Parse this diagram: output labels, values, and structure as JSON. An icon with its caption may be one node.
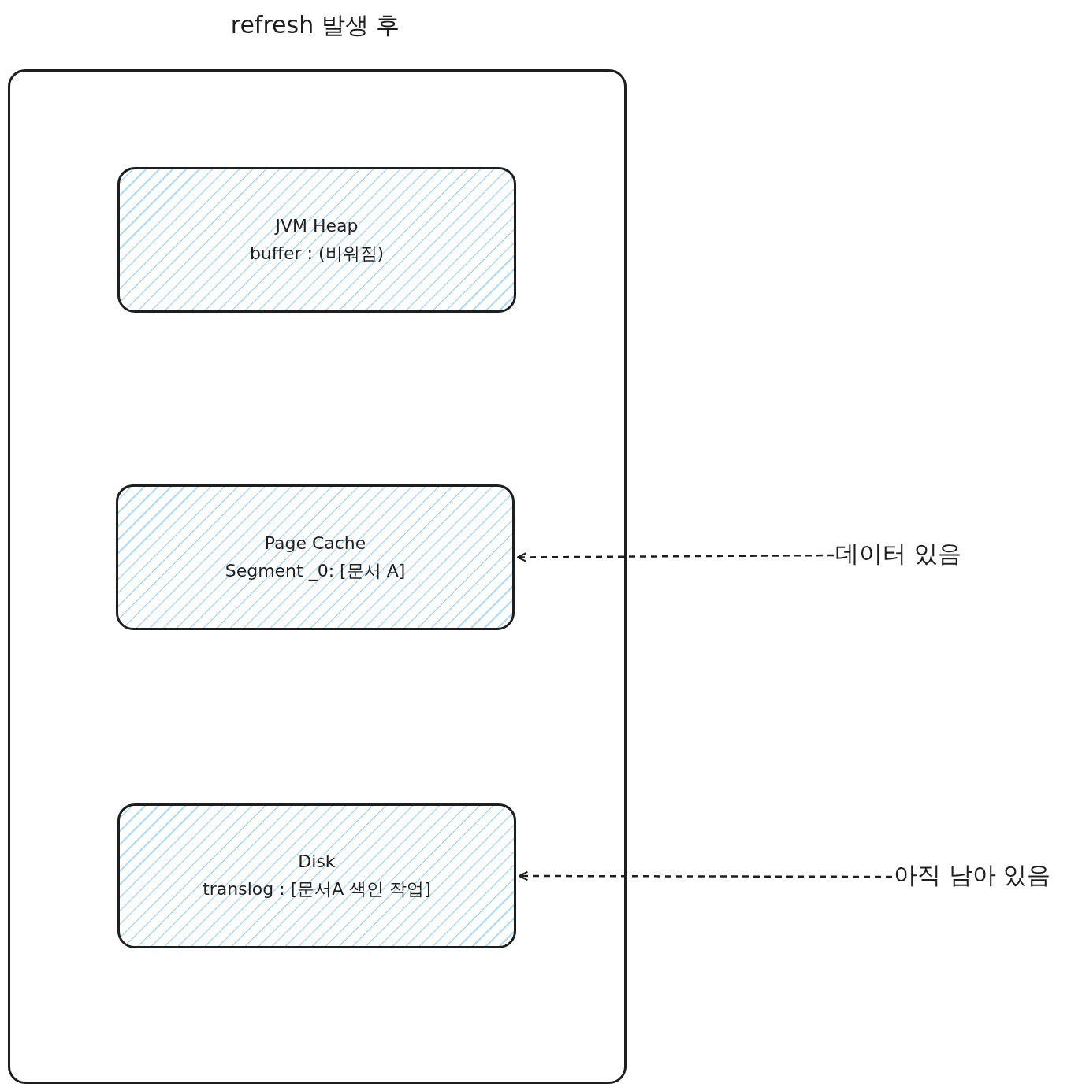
{
  "diagram": {
    "title": "refresh 발생 후",
    "nodes": [
      {
        "text": [],
        "shape": "box"
      },
      {
        "text": [
          "JVM Heap",
          "buffer : (비워짐)"
        ],
        "in": 0
      },
      {
        "text": [
          "Page Cache",
          "Segment _0: [문서 A]"
        ],
        "in": 0
      },
      {
        "text": [
          "Disk",
          "translog : [문서A 색인 작업]"
        ],
        "in": 0
      },
      {
        "text": [
          "데이터 있음"
        ]
      },
      {
        "text": [
          "아직 남아 있음"
        ]
      }
    ],
    "edges": [
      {
        "from": 4,
        "to": 2,
        "arrow": "to",
        "style": "dashed"
      },
      {
        "from": 5,
        "to": 3,
        "arrow": "to",
        "style": "dashed"
      }
    ]
  }
}
